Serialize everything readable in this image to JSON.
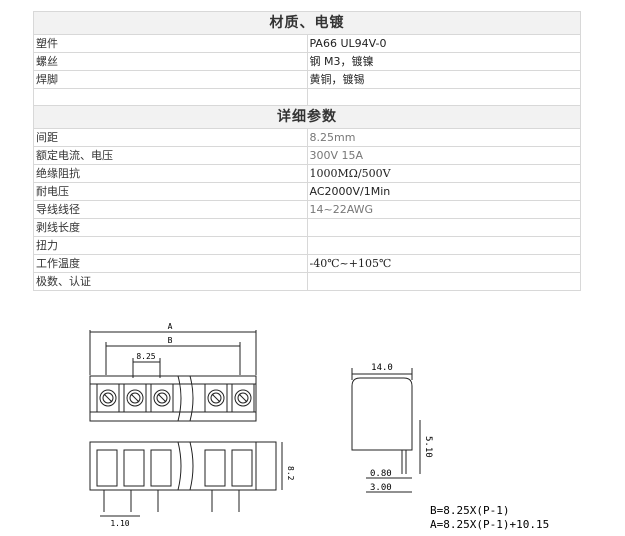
{
  "section1": {
    "title": "材质、电镀",
    "rows": [
      {
        "label": "塑件",
        "value": "PA66 UL94V-0"
      },
      {
        "label": "螺丝",
        "value": "钢 M3，镀镍"
      },
      {
        "label": "焊脚",
        "value": "黄铜，镀锡"
      },
      {
        "label": "",
        "value": ""
      }
    ]
  },
  "section2": {
    "title": "详细参数",
    "rows": [
      {
        "label": "间距",
        "value": "8.25mm"
      },
      {
        "label": "额定电流、电压",
        "value": "300V  15A"
      },
      {
        "label": "绝缘阻抗",
        "value": "1000MΩ/500V"
      },
      {
        "label": "耐电压",
        "value": "AC2000V/1Min"
      },
      {
        "label": "导线线径",
        "value": "14~22AWG"
      },
      {
        "label": "剥线长度",
        "value": ""
      },
      {
        "label": "扭力",
        "value": ""
      },
      {
        "label": "工作温度",
        "value": "-40℃~+105℃"
      },
      {
        "label": "极数、认证",
        "value": ""
      }
    ]
  },
  "drawing": {
    "dim_A": "A",
    "dim_B": "B",
    "dim_pitch": "8.25",
    "dim_pin": "1.10",
    "dim_height": "8.2",
    "dim_width": "14.0",
    "dim_pin_len": "5.10",
    "dim_pin_w": "0.80",
    "dim_foot": "3.00",
    "formula_B": "B=8.25X(P-1)",
    "formula_A": "A=8.25X(P-1)+10.15"
  }
}
